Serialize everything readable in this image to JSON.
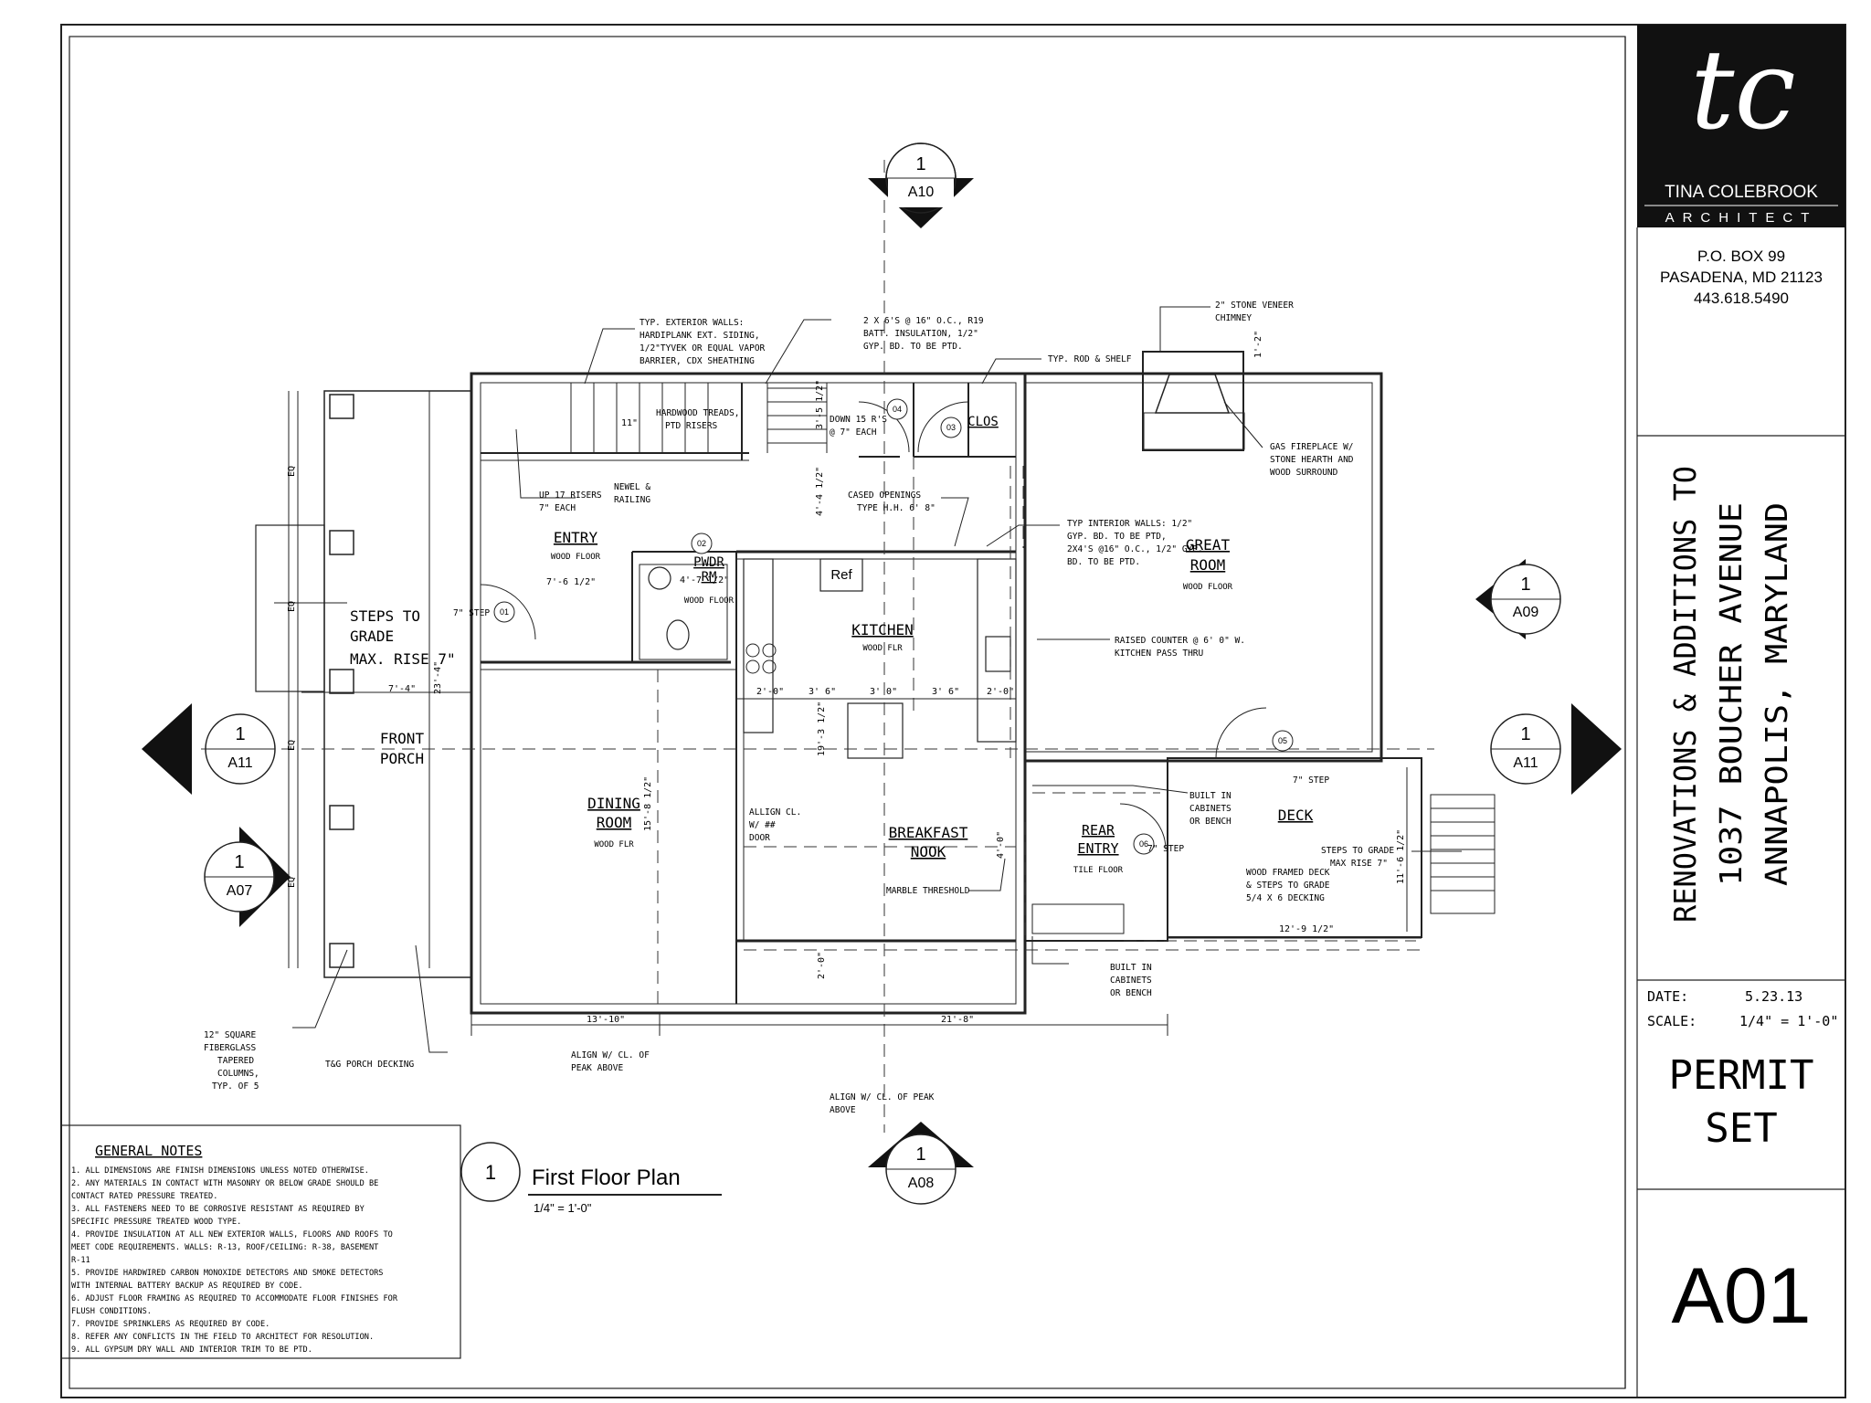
{
  "title_block": {
    "logo_text": "tc",
    "firm_name": "TINA COLEBROOK",
    "firm_sub": "ARCHITECT",
    "address_lines": [
      "P.O. BOX 99",
      "PASADENA, MD 21123",
      "443.618.5490"
    ],
    "project_lines": [
      "RENOVATIONS & ADDITIONS TO",
      "1037 BOUCHER AVENUE",
      "ANNAPOLIS, MARYLAND"
    ],
    "date_label": "DATE:",
    "date_value": "5.23.13",
    "scale_label": "SCALE:",
    "scale_value": "1/4\" = 1'-0\"",
    "set_lines": [
      "PERMIT",
      "SET"
    ],
    "sheet_number": "A01"
  },
  "drawing_title": {
    "number": "1",
    "title": "First Floor Plan",
    "scale": "1/4\" = 1'-0\""
  },
  "section_markers": [
    {
      "num": "1",
      "sheet": "A10"
    },
    {
      "num": "1",
      "sheet": "A09"
    },
    {
      "num": "1",
      "sheet": "A11"
    },
    {
      "num": "1",
      "sheet": "A11"
    },
    {
      "num": "1",
      "sheet": "A07"
    },
    {
      "num": "1",
      "sheet": "A08"
    }
  ],
  "rooms": {
    "entry": {
      "name": "ENTRY",
      "floor": "WOOD FLOOR"
    },
    "pwdr": {
      "name1": "PWDR",
      "name2": "RM",
      "floor": "WOOD FLOOR"
    },
    "kitchen": {
      "name": "KITCHEN",
      "floor": "WOOD FLR"
    },
    "great": {
      "name1": "GREAT",
      "name2": "ROOM",
      "floor": "WOOD FLOOR"
    },
    "dining": {
      "name1": "DINING",
      "name2": "ROOM",
      "floor": "WOOD FLR"
    },
    "breakfast": {
      "name1": "BREAKFAST",
      "name2": "NOOK"
    },
    "rear_entry": {
      "name1": "REAR",
      "name2": "ENTRY",
      "floor": "TILE FLOOR"
    },
    "deck": {
      "name": "DECK"
    },
    "front_porch": {
      "name1": "FRONT",
      "name2": "PORCH"
    },
    "clos": {
      "name": "CLOS"
    },
    "ref": {
      "name": "Ref"
    }
  },
  "door_tags": [
    "01",
    "02",
    "03",
    "04",
    "05",
    "06"
  ],
  "notes": {
    "ext_walls": [
      "TYP. EXTERIOR WALLS:",
      "HARDIPLANK EXT. SIDING,",
      "1/2\"TYVEK OR EQUAL VAPOR",
      "BARRIER, CDX SHEATHING"
    ],
    "ceiling": [
      "2 X 6'S @ 16\" O.C., R19",
      "BATT. INSULATION, 1/2\"",
      "GYP. BD. TO BE PTD."
    ],
    "chimney": [
      "2\" STONE VENEER",
      "CHIMNEY"
    ],
    "rod_shelf": "TYP. ROD & SHELF",
    "treads": [
      "HARDWOOD TREADS,",
      "PTD RISERS"
    ],
    "stair_down": [
      "DOWN 15 R'S",
      "@ 7\" EACH"
    ],
    "stair_up": [
      "UP 17 RISERS",
      "7\" EACH"
    ],
    "newel": [
      "NEWEL &",
      "RAILING"
    ],
    "fireplace": [
      "GAS FIREPLACE W/",
      "STONE HEARTH AND",
      "WOOD SURROUND"
    ],
    "cased": [
      "CASED OPENINGS",
      "TYPE H.H. 6' 8\""
    ],
    "int_walls": [
      "TYP INTERIOR WALLS: 1/2\"",
      "GYP. BD. TO BE PTD,",
      "2X4'S @16\" O.C., 1/2\" GYP.",
      "BD. TO BE PTD."
    ],
    "raised_counter": [
      "RAISED COUNTER @ 6' 0\" W.",
      "KITCHEN PASS THRU"
    ],
    "steps_grade": [
      "STEPS TO",
      "GRADE",
      "MAX. RISE 7\""
    ],
    "step_7": "7\" STEP",
    "align_door": [
      "ALLIGN CL.",
      "W/ ##",
      "DOOR"
    ],
    "marble": "MARBLE THRESHOLD",
    "built_in_top": [
      "BUILT IN",
      "CABINETS",
      "OR BENCH"
    ],
    "built_in_bottom": [
      "BUILT IN",
      "CABINETS",
      "OR BENCH"
    ],
    "deck_steps": [
      "STEPS TO GRADE",
      "MAX RISE 7\""
    ],
    "deck_framing": [
      "WOOD FRAMED DECK",
      "& STEPS TO GRADE",
      "5/4 X 6 DECKING"
    ],
    "columns": [
      "12\" SQUARE",
      "FIBERGLASS",
      "TAPERED",
      "COLUMNS,",
      "TYP. OF 5"
    ],
    "porch_decking": "T&G PORCH DECKING",
    "align_peak1": [
      "ALIGN W/ CL. OF",
      "PEAK ABOVE"
    ],
    "align_peak2": [
      "ALIGN W/ CL. OF PEAK",
      "ABOVE"
    ]
  },
  "dimensions": {
    "d_11": "11\"",
    "d_3_5": "3'-5 1/2\"",
    "d_4_4": "4'-4 1/2\"",
    "d_7_6": "7'-6 1/2\"",
    "d_4_7": "4'-7 1/2\"",
    "d_7_4": "7'-4\"",
    "d_23_4": "23'-4\"",
    "d_2_0a": "2'-0\"",
    "d_3_6a": "3' 6\"",
    "d_3_0": "3' 0\"",
    "d_3_6b": "3' 6\"",
    "d_2_0b": "2'-0\"",
    "d_19_3": "19'-3 1/2\"",
    "d_15_8": "15'-8 1/2\"",
    "d_4_0": "4'-0\"",
    "d_11_6": "11'-6 1/2\"",
    "d_12_9": "12'-9 1/2\"",
    "d_13_10": "13'-10\"",
    "d_21_8": "21'-8\"",
    "d_2_0c": "2'-0\"",
    "eq": "EQ",
    "d_1_2": "1'-2\""
  },
  "general_notes": {
    "heading": "GENERAL NOTES",
    "items": [
      "1.  ALL DIMENSIONS ARE FINISH DIMENSIONS UNLESS NOTED OTHERWISE.",
      "2.  ANY MATERIALS IN CONTACT WITH MASONRY OR BELOW GRADE SHOULD BE",
      "     CONTACT RATED PRESSURE TREATED.",
      "3.  ALL FASTENERS NEED TO BE CORROSIVE RESISTANT AS REQUIRED BY",
      "     SPECIFIC PRESSURE TREATED WOOD TYPE.",
      "4.  PROVIDE INSULATION AT ALL NEW EXTERIOR WALLS, FLOORS AND ROOFS TO",
      "     MEET CODE REQUIREMENTS.  WALLS:  R-13, ROOF/CEILING: R-38, BASEMENT",
      "     R-11",
      "5.  PROVIDE HARDWIRED CARBON MONOXIDE DETECTORS AND SMOKE DETECTORS",
      "     WITH INTERNAL BATTERY BACKUP AS REQUIRED BY CODE.",
      "6.  ADJUST FLOOR FRAMING AS REQUIRED TO ACCOMMODATE FLOOR FINISHES FOR",
      "     FLUSH CONDITIONS.",
      "7.  PROVIDE SPRINKLERS AS REQUIRED BY CODE.",
      "8.  REFER ANY CONFLICTS IN THE FIELD TO ARCHITECT FOR RESOLUTION.",
      "9.  ALL GYPSUM DRY WALL AND INTERIOR TRIM TO BE PTD."
    ]
  }
}
